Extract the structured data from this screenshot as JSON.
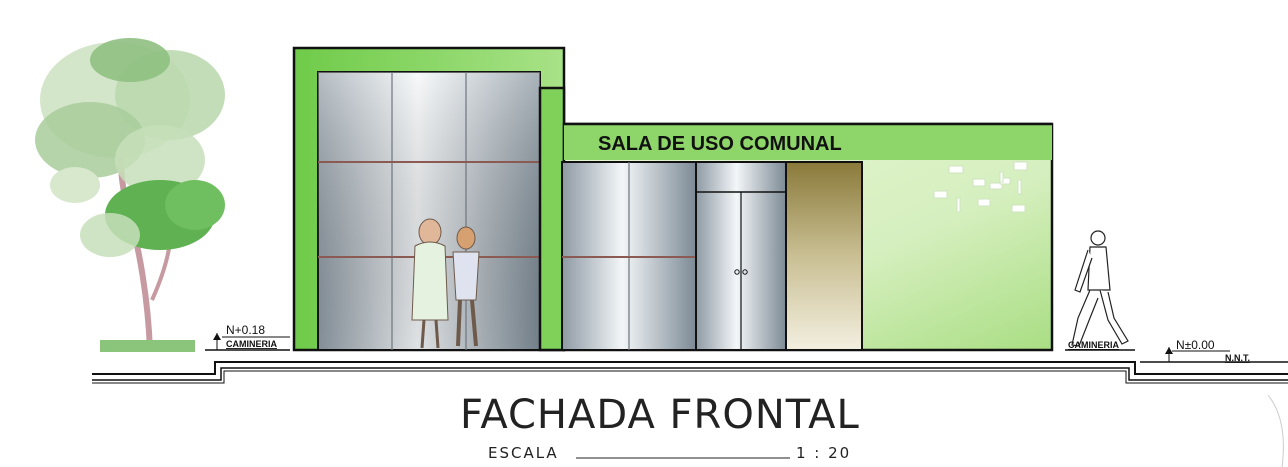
{
  "sign": {
    "text": "SALA DE USO COMUNAL"
  },
  "levels": {
    "left_level": "N+0.18",
    "left_label": "CAMINERIA",
    "right_label": "CAMINERIA",
    "right_level": "N±0.00",
    "nnt_label": "N.N.T."
  },
  "title": {
    "main": "FACHADA FRONTAL",
    "scale_label": "ESCALA",
    "scale_value": "1  :  20"
  },
  "colors": {
    "green_band": "#7fd15a",
    "wall_light": "#e6f5d4",
    "glass_dark": "#7f8c97",
    "glass_light": "#f2f5f7",
    "door_brown": "#8c7a3c",
    "outline": "#111111"
  }
}
